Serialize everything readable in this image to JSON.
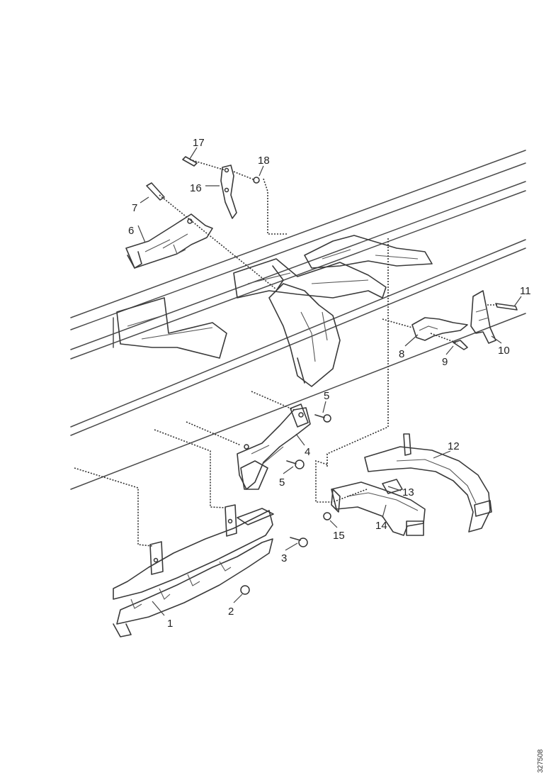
{
  "callouts": [
    "1",
    "2",
    "3",
    "4",
    "5",
    "5",
    "6",
    "7",
    "8",
    "9",
    "10",
    "11",
    "12",
    "13",
    "14",
    "15",
    "16",
    "17",
    "18"
  ],
  "doc_id": "327508"
}
